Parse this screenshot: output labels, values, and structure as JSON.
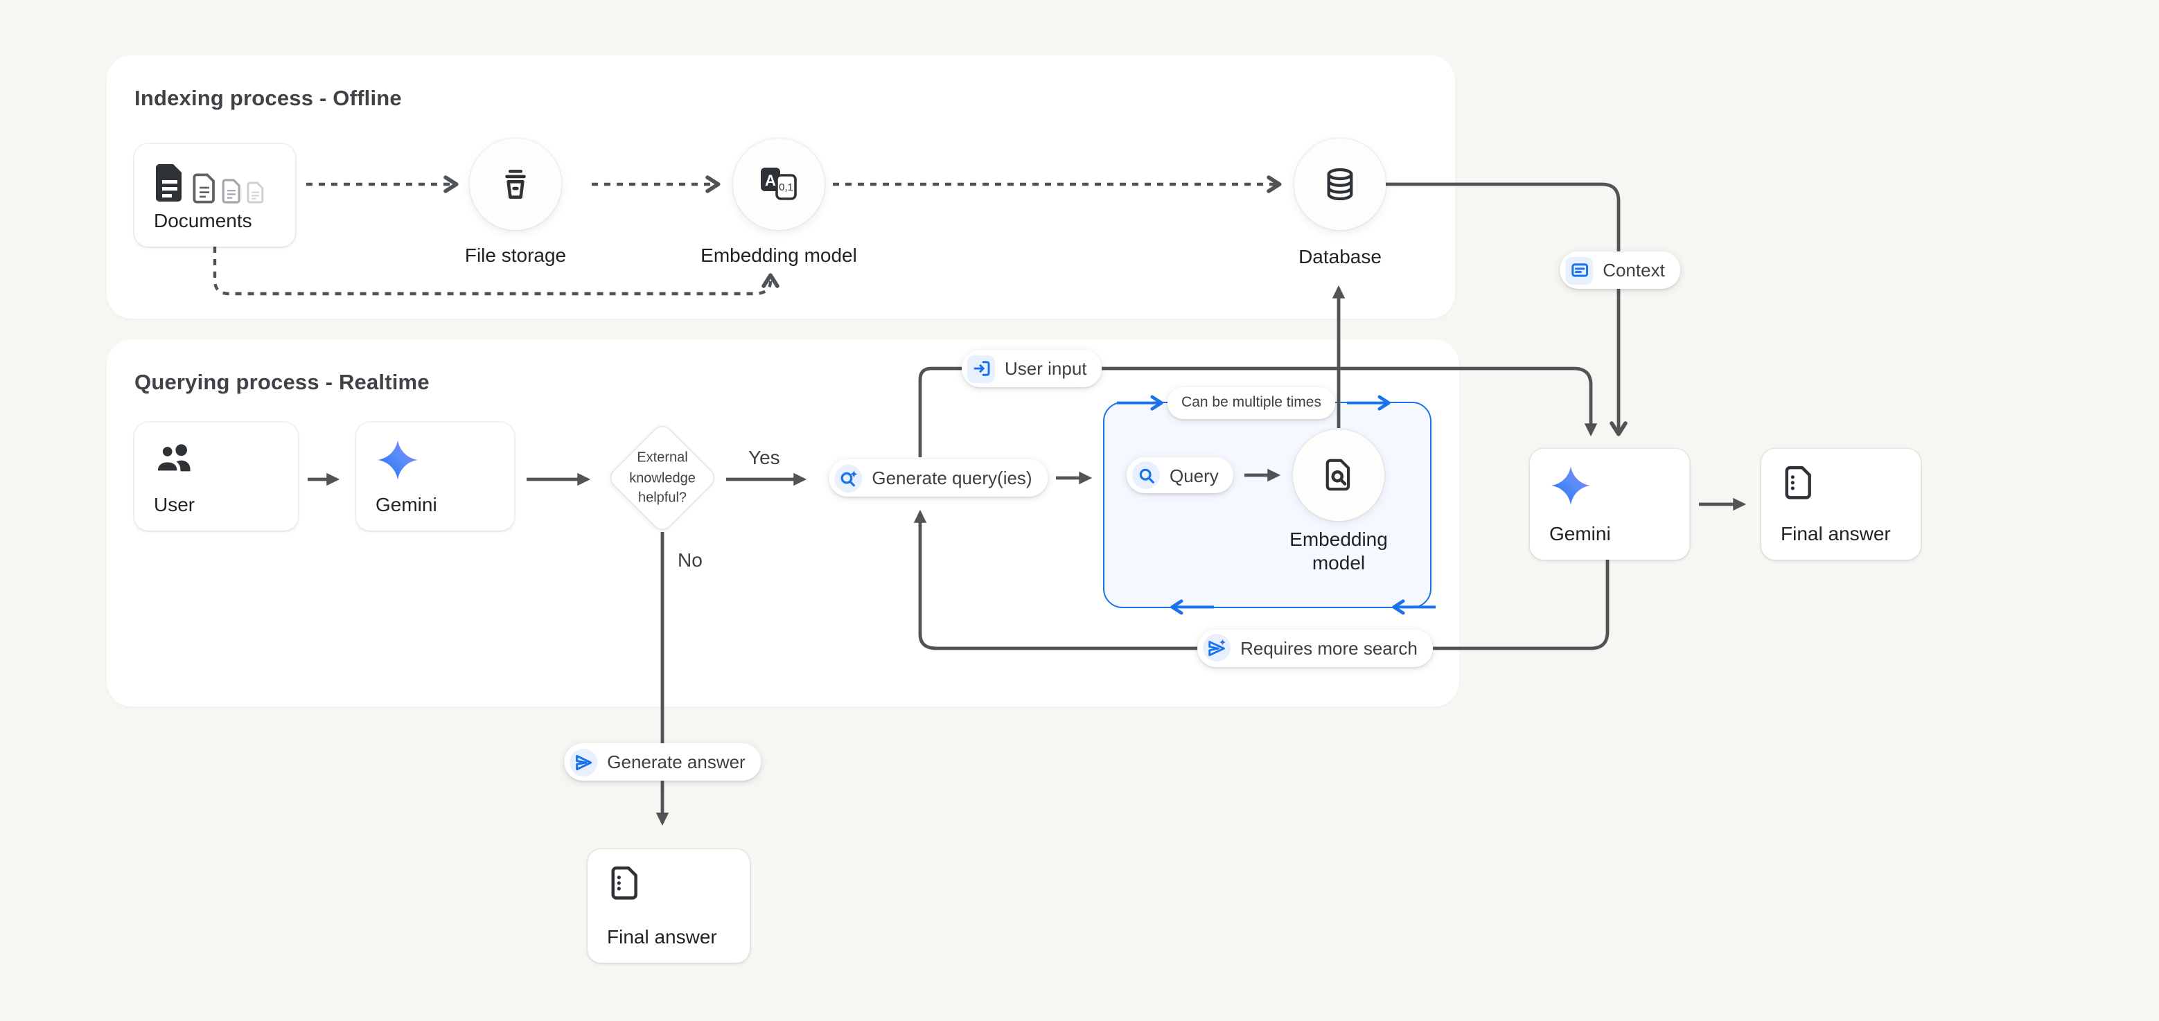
{
  "meta": {
    "app": "RAG architecture diagram"
  },
  "colors": {
    "background": "#f7f6f3",
    "panel": "#ffffff",
    "line": "#515457",
    "accent_blue": "#1a73e8",
    "badge_icon_bg": "#e8f0fe",
    "gemini_gradient_start": "#1b6ef3",
    "gemini_gradient_end": "#9b74f5"
  },
  "panels": {
    "indexing": {
      "title": "Indexing process - Offline"
    },
    "querying": {
      "title": "Querying process - Realtime"
    }
  },
  "nodes": {
    "documents": {
      "label": "Documents",
      "icon": "documents-icon"
    },
    "file_storage": {
      "label": "File storage",
      "icon": "storage-bucket-icon"
    },
    "embedding_model_top": {
      "label": "Embedding model",
      "icon": "translate-tiles-icon"
    },
    "database": {
      "label": "Database",
      "icon": "database-icon"
    },
    "user": {
      "label": "User",
      "icon": "users-icon"
    },
    "gemini_left": {
      "label": "Gemini",
      "icon": "gemini-star-icon"
    },
    "decision": {
      "line1": "External",
      "line2": "knowledge",
      "line3": "helpful?"
    },
    "embedding_model_query": {
      "line1": "Embedding",
      "line2": "model",
      "icon": "file-search-icon"
    },
    "gemini_right": {
      "label": "Gemini",
      "icon": "gemini-star-icon"
    },
    "final_answer_right": {
      "label": "Final answer",
      "icon": "document-icon"
    },
    "final_answer_bottom": {
      "label": "Final answer",
      "icon": "document-icon"
    }
  },
  "badges": {
    "user_input": {
      "label": "User input",
      "icon": "input-icon"
    },
    "generate_queries": {
      "label": "Generate query(ies)",
      "icon": "search-sparkle-icon"
    },
    "query": {
      "label": "Query",
      "icon": "search-icon"
    },
    "can_be_multiple_times": {
      "label": "Can be multiple times"
    },
    "context": {
      "label": "Context",
      "icon": "article-icon"
    },
    "requires_more_search": {
      "label": "Requires more search",
      "icon": "send-sparkle-icon"
    },
    "generate_answer": {
      "label": "Generate answer",
      "icon": "send-icon"
    }
  },
  "edge_labels": {
    "yes": "Yes",
    "no": "No"
  },
  "embedding_tiles": {
    "letter": "A",
    "numbers": "0,1"
  }
}
